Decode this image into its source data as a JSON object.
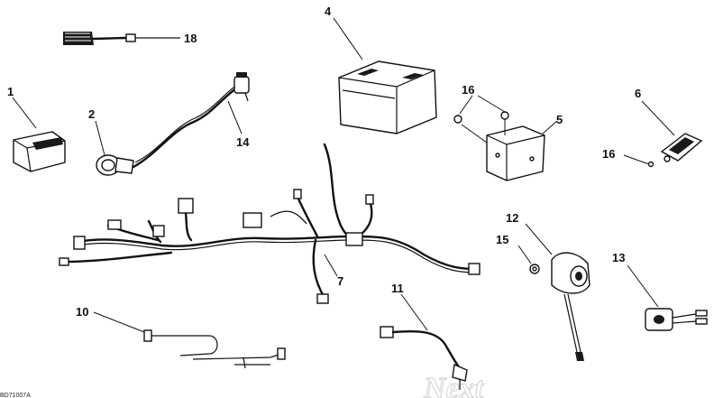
{
  "diagram": {
    "figure_id": "BD71007A",
    "watermark": "Next",
    "callouts": [
      {
        "id": "c1",
        "label": "1"
      },
      {
        "id": "c2",
        "label": "2"
      },
      {
        "id": "c4",
        "label": "4"
      },
      {
        "id": "c5",
        "label": "5"
      },
      {
        "id": "c6",
        "label": "6"
      },
      {
        "id": "c7",
        "label": "7"
      },
      {
        "id": "c10",
        "label": "10"
      },
      {
        "id": "c11",
        "label": "11"
      },
      {
        "id": "c12",
        "label": "12"
      },
      {
        "id": "c13",
        "label": "13"
      },
      {
        "id": "c14",
        "label": "14"
      },
      {
        "id": "c15",
        "label": "15"
      },
      {
        "id": "c16a",
        "label": "16"
      },
      {
        "id": "c16b",
        "label": "16"
      },
      {
        "id": "c18",
        "label": "18"
      }
    ]
  }
}
